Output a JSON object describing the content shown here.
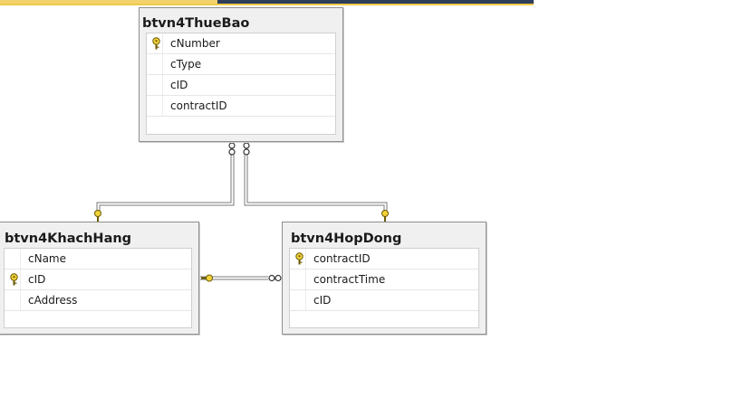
{
  "tables": {
    "thuebao": {
      "name": "btvn4ThueBao",
      "columns": [
        {
          "name": "cNumber",
          "primary_key": true
        },
        {
          "name": "cType",
          "primary_key": false
        },
        {
          "name": "cID",
          "primary_key": false
        },
        {
          "name": "contractID",
          "primary_key": false
        }
      ]
    },
    "khachhang": {
      "name": "btvn4KhachHang",
      "columns": [
        {
          "name": "cName",
          "primary_key": false
        },
        {
          "name": "cID",
          "primary_key": true
        },
        {
          "name": "cAddress",
          "primary_key": false
        }
      ]
    },
    "hopdong": {
      "name": "btvn4HopDong",
      "columns": [
        {
          "name": "contractID",
          "primary_key": true
        },
        {
          "name": "contractTime",
          "primary_key": false
        },
        {
          "name": "cID",
          "primary_key": false
        }
      ]
    }
  },
  "relationships": [
    {
      "from": "btvn4KhachHang",
      "to": "btvn4ThueBao",
      "one_side": "btvn4KhachHang",
      "many_side": "btvn4ThueBao"
    },
    {
      "from": "btvn4HopDong",
      "to": "btvn4ThueBao",
      "one_side": "btvn4HopDong",
      "many_side": "btvn4ThueBao"
    },
    {
      "from": "btvn4KhachHang",
      "to": "btvn4HopDong",
      "one_side": "btvn4KhachHang",
      "many_side": "btvn4HopDong"
    }
  ],
  "colors": {
    "key_gold": "#f3d23a",
    "key_outline": "#6b5a00",
    "line": "#808080",
    "table_bg": "#f0f0f0",
    "border": "#8e8e8e"
  }
}
